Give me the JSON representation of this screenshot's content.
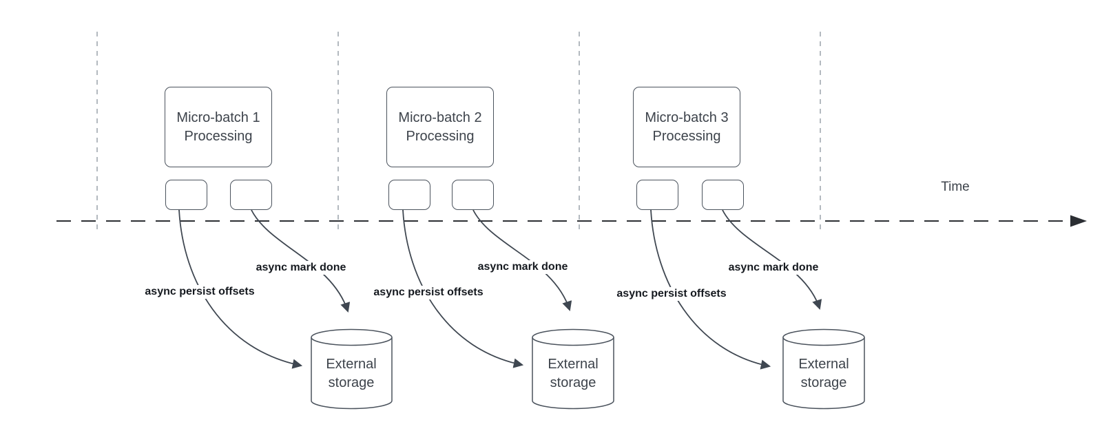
{
  "palette": {
    "background": "#ffffff",
    "shape_stroke": "#4a525c",
    "arrow_stroke": "#3f4751",
    "axis_stroke": "#2b2e33",
    "gridline_stroke": "#b3b9bf",
    "node_text": "#3d434b",
    "label_text": "#15191f"
  },
  "time_axis": {
    "label": "Time"
  },
  "groups": [
    {
      "title": "Micro-batch 1\nProcessing",
      "persist_label": "async persist offsets",
      "done_label": "async mark done",
      "storage_label": "External\nstorage"
    },
    {
      "title": "Micro-batch 2\nProcessing",
      "persist_label": "async persist offsets",
      "done_label": "async mark done",
      "storage_label": "External\nstorage"
    },
    {
      "title": "Micro-batch 3\nProcessing",
      "persist_label": "async persist offsets",
      "done_label": "async mark done",
      "storage_label": "External\nstorage"
    }
  ]
}
